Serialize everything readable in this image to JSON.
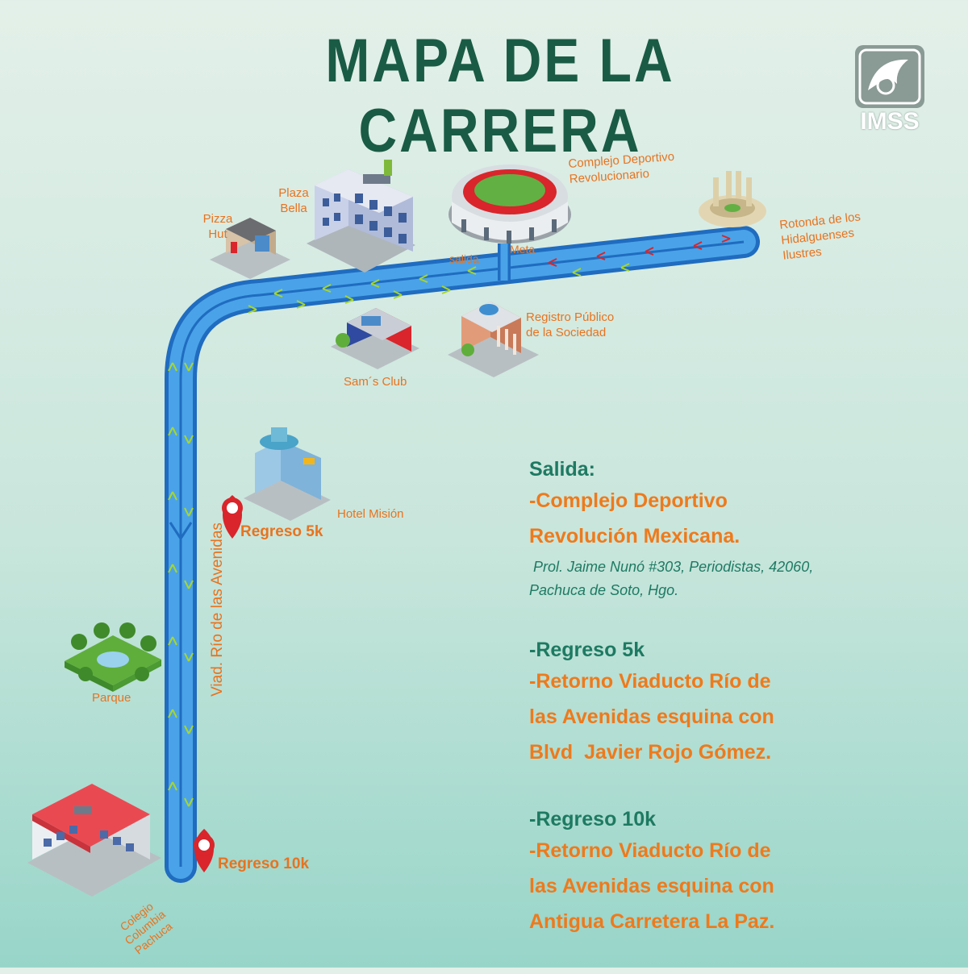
{
  "title": "MAPA DE LA CARRERA",
  "logo": {
    "text": "IMSS"
  },
  "colors": {
    "route": "#3c8fdb",
    "route_dark": "#1f6cc0",
    "orange": "#e8731f",
    "green_dark": "#1a5b45",
    "teal": "#1e7a62",
    "pin": "#d9252b"
  },
  "landmarks": {
    "pizza": "Pizza\nHut",
    "plaza": "Plaza\nBella",
    "complejo": "Complejo Deportivo\nRevolucionario",
    "rotonda": "Rotonda de los\nHidalguenses\nIlustres",
    "registro": "Registro Público\nde la Sociedad",
    "sams": "Sam´s Club",
    "hotel": "Hotel Misión",
    "parque": "Parque",
    "colegio": "Colegio\nColumbia\nPachuca"
  },
  "route_labels": {
    "salida": "salida",
    "meta": "Meta",
    "street": "Viad. Río de las Avenidas"
  },
  "pins": {
    "regreso5k": "Regreso 5k",
    "regreso10k": "Regreso 10k"
  },
  "info": {
    "salida_heading": "Salida:",
    "salida_line1": "-Complejo Deportivo",
    "salida_line2": "Revolución Mexicana.",
    "salida_addr1": " Prol. Jaime Nunó #303, Periodistas, 42060,",
    "salida_addr2": "Pachuca de Soto, Hgo.",
    "r5_heading": "-Regreso 5k",
    "r5_line1": "-Retorno Viaducto Río de",
    "r5_line2": "las Avenidas esquina con",
    "r5_line3": "Blvd  Javier Rojo Gómez.",
    "r10_heading": "-Regreso 10k",
    "r10_line1": "-Retorno Viaducto Río de",
    "r10_line2": "las Avenidas esquina con",
    "r10_line3": "Antigua Carretera La Paz."
  }
}
